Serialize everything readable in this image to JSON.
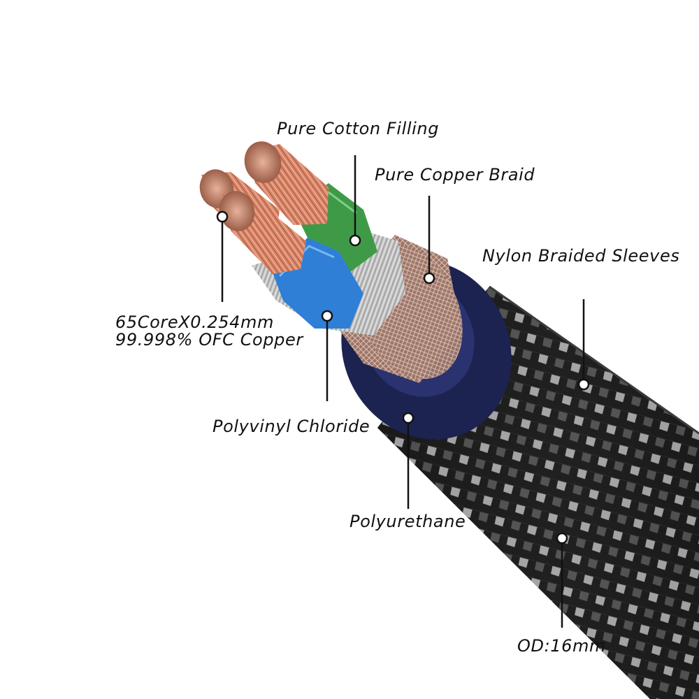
{
  "colors": {
    "background": "#ffffff",
    "copper": "#d9866a",
    "copper_light": "#f3c1a8",
    "pvc_blue": "#2f7fd6",
    "pvc_green": "#3f9a48",
    "cotton_filling": "#c9c9c9",
    "copper_braid": "#9d7466",
    "polyurethane": "#1d2350",
    "nylon_sleeve": "#1b1b1b",
    "nylon_pattern": "#b9b9b9",
    "leader": "#111111"
  },
  "labels": {
    "cotton": "Pure Cotton Filling",
    "copper_braid": "Pure Copper Braid",
    "nylon": "Nylon Braided Sleeves",
    "core_line1": "65CoreX0.254mm",
    "core_line2": "99.998% OFC Copper",
    "pvc": "Polyvinyl Chloride",
    "pu": "Polyurethane",
    "od": "OD:16mm"
  }
}
